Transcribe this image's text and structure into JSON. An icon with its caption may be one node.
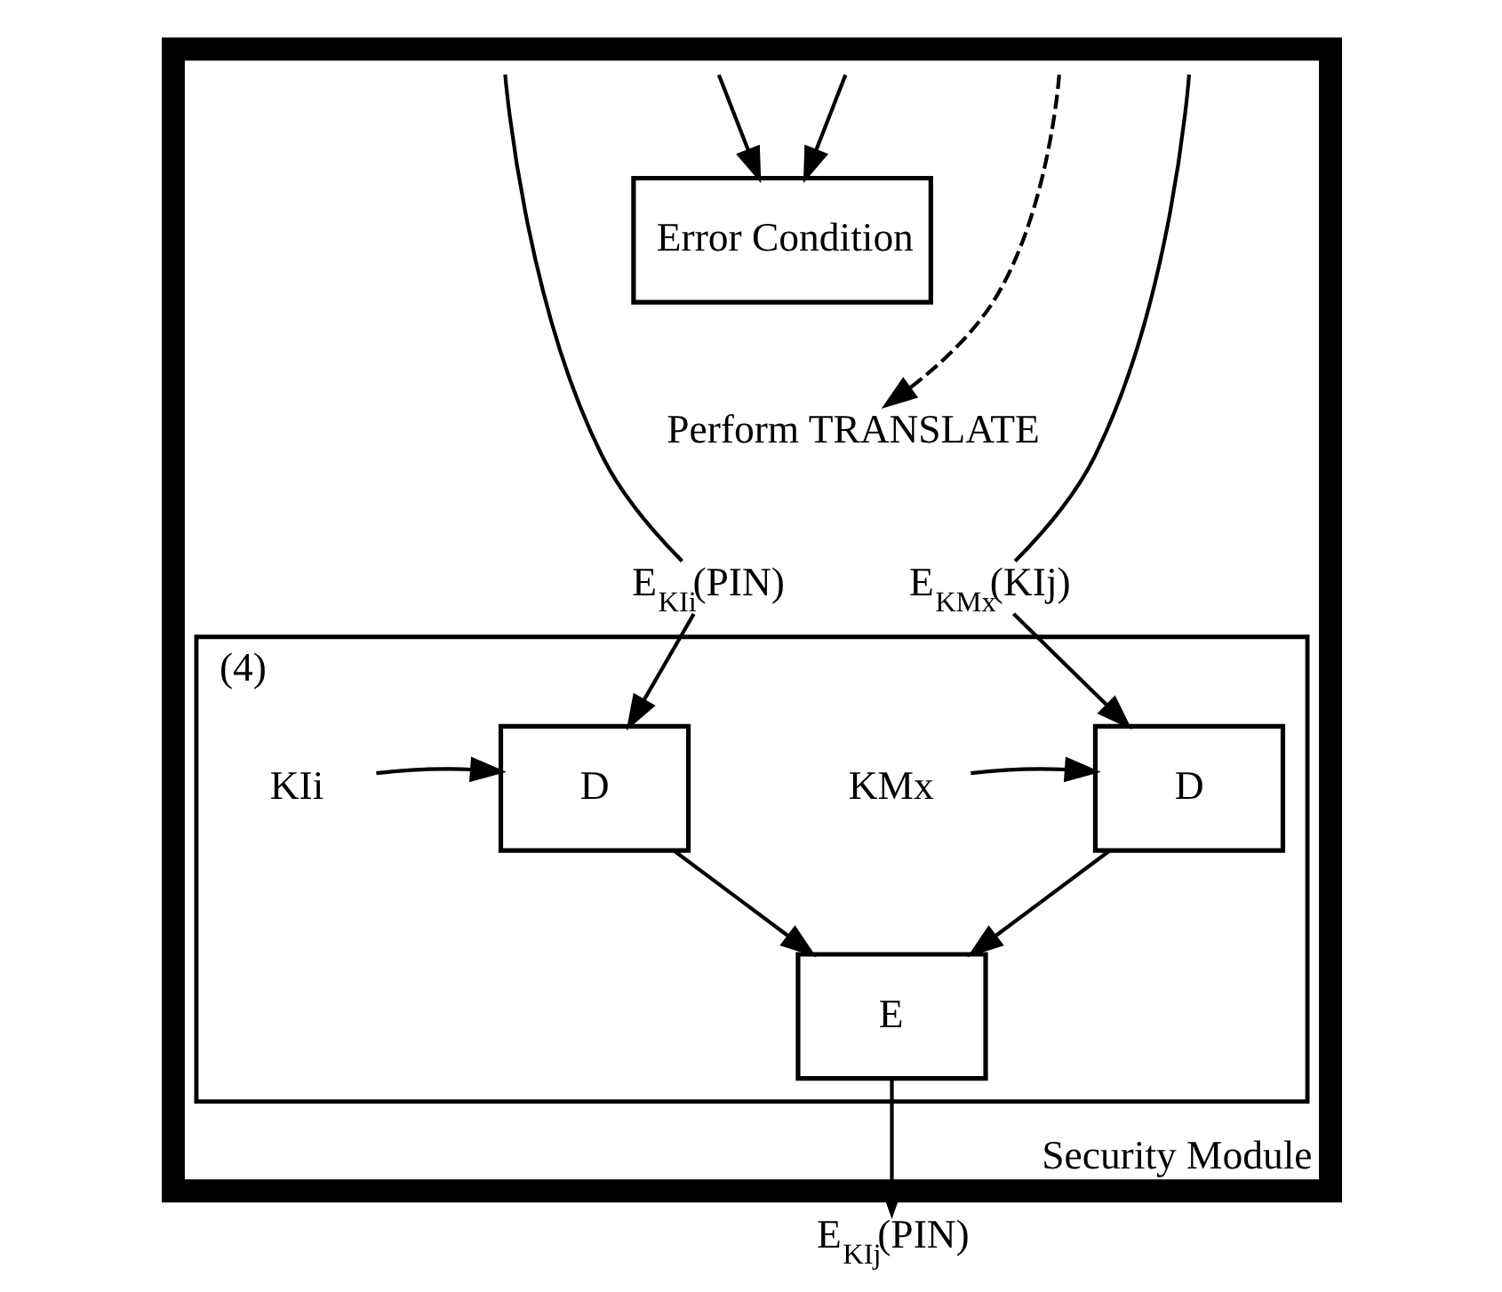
{
  "diagram": {
    "nodes": [
      {
        "text": [
          "Security Module"
        ]
      },
      {
        "text": [
          "Error Condition"
        ],
        "in": 0
      },
      {
        "text": [
          "Perform TRANSLATE"
        ],
        "in": 0
      },
      {
        "text": [
          "E$_{KIi}$(PIN)"
        ],
        "in": 0
      },
      {
        "text": [
          "E$_{KMx}$(KIj)"
        ],
        "in": 0
      },
      {
        "text": [
          "(4)"
        ],
        "in": 0
      },
      {
        "text": [
          "KIi"
        ],
        "in": 5
      },
      {
        "text": [
          "D"
        ],
        "in": 5
      },
      {
        "text": [
          "KMx"
        ],
        "in": 5
      },
      {
        "text": [
          "D"
        ],
        "in": 5
      },
      {
        "text": [
          "E"
        ],
        "in": 5
      },
      {
        "text": [
          "E$_{KIj}$(PIN)"
        ]
      }
    ],
    "edges": [
      {
        "from": null,
        "to": 1,
        "arrow": "to"
      },
      {
        "from": null,
        "to": 1,
        "arrow": "to"
      },
      {
        "from": null,
        "to": 2,
        "arrow": "to",
        "style": "dashed"
      },
      {
        "from": null,
        "to": 3,
        "arrow": "none"
      },
      {
        "from": null,
        "to": 4,
        "arrow": "none"
      },
      {
        "from": 3,
        "to": 7,
        "arrow": "to"
      },
      {
        "from": 4,
        "to": 9,
        "arrow": "to"
      },
      {
        "from": 6,
        "to": 7,
        "arrow": "to"
      },
      {
        "from": 8,
        "to": 9,
        "arrow": "to"
      },
      {
        "from": 7,
        "to": 10,
        "arrow": "to"
      },
      {
        "from": 9,
        "to": 10,
        "arrow": "to"
      },
      {
        "from": 10,
        "to": 11,
        "arrow": "to"
      }
    ]
  }
}
